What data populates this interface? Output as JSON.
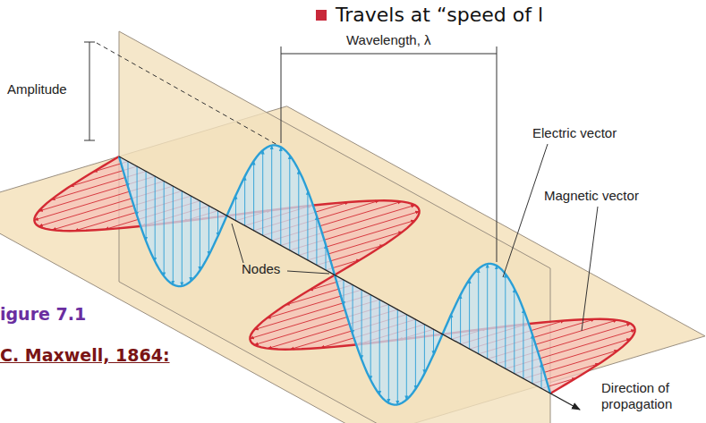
{
  "diagram": {
    "labels": [
      "Travels at “speed of l",
      "Amplitude",
      "Wavelength, λ",
      "Electric vector",
      "Magnetic vector",
      "Nodes",
      "igure 7.1",
      "C. Maxwell, 1864:",
      "Direction of propagation"
    ]
  }
}
